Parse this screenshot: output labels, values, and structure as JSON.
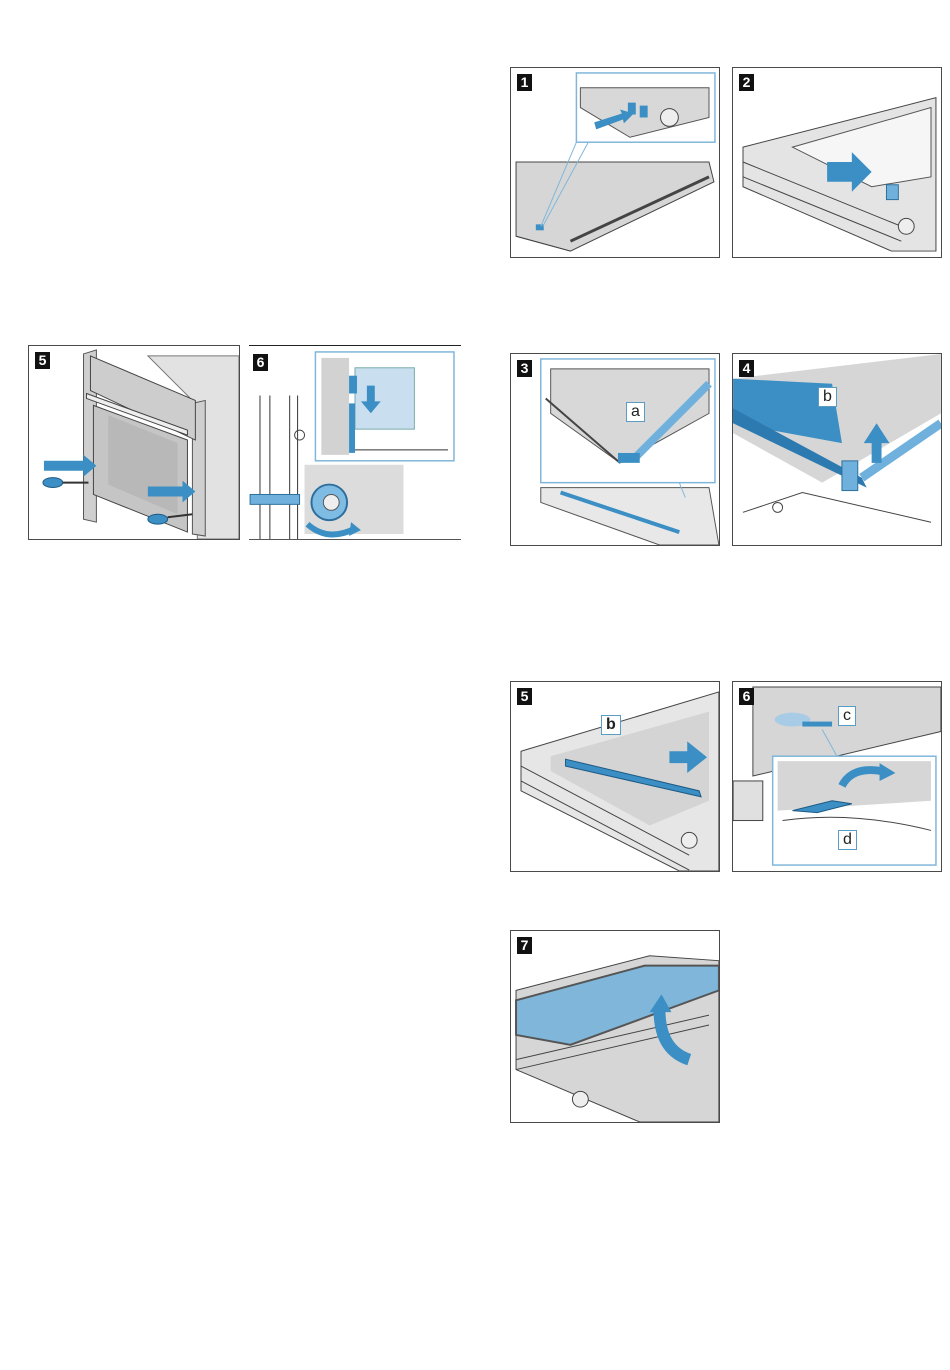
{
  "colors": {
    "accent_blue": "#3b8fc4",
    "light_blue": "#a9cce6",
    "panel_border": "#4a4a4a",
    "grey_fill": "#d6d6d6",
    "badge_bg": "#111111"
  },
  "left_figures": [
    {
      "step": "5",
      "description": "Oven front with screwdrivers inserted at lower left and lower right of door, arrows pointing inward"
    },
    {
      "step": "6",
      "description": "Screwdriver turning hinge lock, inset showing latch pushed down"
    }
  ],
  "right_figures": [
    {
      "step": "1",
      "description": "Door lying flat, inset showing blue clips pushed in at corner"
    },
    {
      "step": "2",
      "description": "Door panel with arrow indicating sliding the blue clip"
    },
    {
      "step": "3",
      "description": "Screwdriver levering cover strip at point a",
      "callouts": [
        "a"
      ]
    },
    {
      "step": "4",
      "description": "Cover strip b lifted off with arrow upward",
      "callouts": [
        "b"
      ]
    },
    {
      "step": "5",
      "description": "Cover strip b slid to the right",
      "callouts": [
        "b"
      ]
    },
    {
      "step": "6",
      "description": "Clip c and seal d folded back, inset detail",
      "callouts": [
        "c",
        "d"
      ]
    },
    {
      "step": "7",
      "description": "Glass pane lifted out with curved arrow"
    }
  ]
}
